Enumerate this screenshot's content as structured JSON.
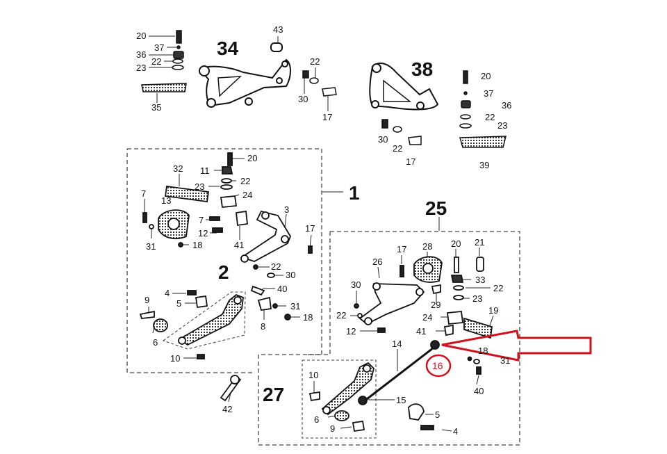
{
  "diagram": {
    "highlight_color": "#d0101a",
    "ink_color": "#111111",
    "groups": [
      {
        "id": "1",
        "label": "1"
      },
      {
        "id": "2",
        "label": "2"
      },
      {
        "id": "25",
        "label": "25"
      },
      {
        "id": "27",
        "label": "27"
      },
      {
        "id": "34",
        "label": "34"
      },
      {
        "id": "38",
        "label": "38"
      }
    ],
    "parts": [
      {
        "key": "p20a",
        "label": "20"
      },
      {
        "key": "p37a",
        "label": "37"
      },
      {
        "key": "p36a",
        "label": "36"
      },
      {
        "key": "p22a",
        "label": "22"
      },
      {
        "key": "p23a",
        "label": "23"
      },
      {
        "key": "p35",
        "label": "35"
      },
      {
        "key": "p43",
        "label": "43"
      },
      {
        "key": "p22b",
        "label": "22"
      },
      {
        "key": "p30a",
        "label": "30"
      },
      {
        "key": "p17a",
        "label": "17"
      },
      {
        "key": "p20b",
        "label": "20"
      },
      {
        "key": "p37b",
        "label": "37"
      },
      {
        "key": "p36b",
        "label": "36"
      },
      {
        "key": "p22c",
        "label": "22"
      },
      {
        "key": "p23b",
        "label": "23"
      },
      {
        "key": "p39",
        "label": "39"
      },
      {
        "key": "p30b",
        "label": "30"
      },
      {
        "key": "p22d",
        "label": "22"
      },
      {
        "key": "p17b",
        "label": "17"
      },
      {
        "key": "p20c",
        "label": "20"
      },
      {
        "key": "p32",
        "label": "32"
      },
      {
        "key": "p11",
        "label": "11"
      },
      {
        "key": "p22e",
        "label": "22"
      },
      {
        "key": "p23c",
        "label": "23"
      },
      {
        "key": "p24a",
        "label": "24"
      },
      {
        "key": "p7a",
        "label": "7"
      },
      {
        "key": "p13",
        "label": "13"
      },
      {
        "key": "p7b",
        "label": "7"
      },
      {
        "key": "p12a",
        "label": "12"
      },
      {
        "key": "p3",
        "label": "3"
      },
      {
        "key": "p17c",
        "label": "17"
      },
      {
        "key": "p31a",
        "label": "31"
      },
      {
        "key": "p18a",
        "label": "18"
      },
      {
        "key": "p41a",
        "label": "41"
      },
      {
        "key": "p22f",
        "label": "22"
      },
      {
        "key": "p30c",
        "label": "30"
      },
      {
        "key": "p40a",
        "label": "40"
      },
      {
        "key": "p4a",
        "label": "4"
      },
      {
        "key": "p5a",
        "label": "5"
      },
      {
        "key": "p9a",
        "label": "9"
      },
      {
        "key": "p31b",
        "label": "31"
      },
      {
        "key": "p8",
        "label": "8"
      },
      {
        "key": "p18b",
        "label": "18"
      },
      {
        "key": "p6a",
        "label": "6"
      },
      {
        "key": "p10a",
        "label": "10"
      },
      {
        "key": "p42",
        "label": "42"
      },
      {
        "key": "p17d",
        "label": "17"
      },
      {
        "key": "p28",
        "label": "28"
      },
      {
        "key": "p20d",
        "label": "20"
      },
      {
        "key": "p21",
        "label": "21"
      },
      {
        "key": "p26",
        "label": "26"
      },
      {
        "key": "p33",
        "label": "33"
      },
      {
        "key": "p22g",
        "label": "22"
      },
      {
        "key": "p30d",
        "label": "30"
      },
      {
        "key": "p29",
        "label": "29"
      },
      {
        "key": "p23d",
        "label": "23"
      },
      {
        "key": "p22h",
        "label": "22"
      },
      {
        "key": "p24b",
        "label": "24"
      },
      {
        "key": "p19",
        "label": "19"
      },
      {
        "key": "p41b",
        "label": "41"
      },
      {
        "key": "p12b",
        "label": "12"
      },
      {
        "key": "p14",
        "label": "14"
      },
      {
        "key": "p18c",
        "label": "18"
      },
      {
        "key": "p31c",
        "label": "31"
      },
      {
        "key": "p40b",
        "label": "40"
      },
      {
        "key": "p10b",
        "label": "10"
      },
      {
        "key": "p15",
        "label": "15"
      },
      {
        "key": "p5b",
        "label": "5"
      },
      {
        "key": "p6b",
        "label": "6"
      },
      {
        "key": "p9b",
        "label": "9"
      },
      {
        "key": "p4b",
        "label": "4"
      }
    ],
    "callout": {
      "label": "16"
    }
  }
}
